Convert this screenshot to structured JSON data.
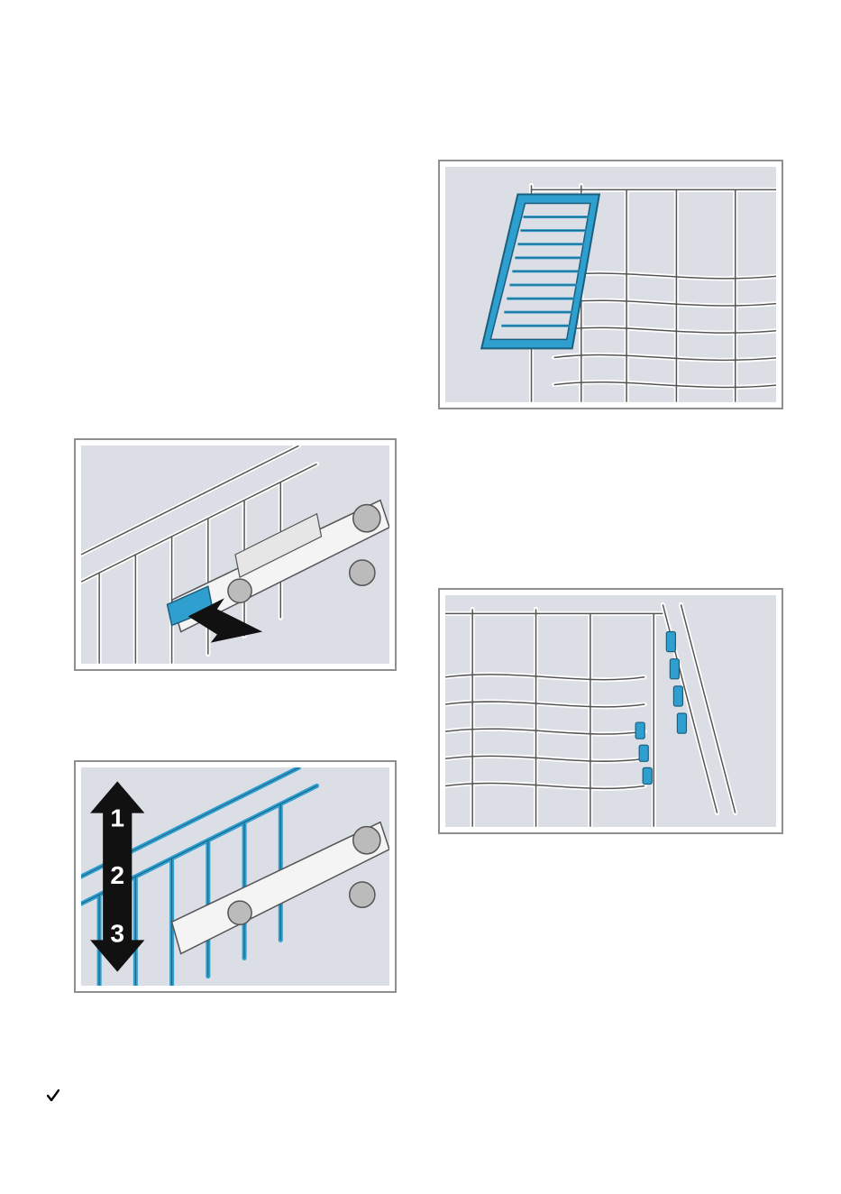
{
  "figures": [
    {
      "id": "cutlery-basket",
      "highlight": "#2f9fd0",
      "icon": "cutlery-basket-illustration"
    },
    {
      "id": "rack-lever",
      "highlight": "#2f9fd0",
      "icon": "rack-release-lever-illustration"
    },
    {
      "id": "rack-levels",
      "highlight": "#2f9fd0",
      "icon": "rack-height-levels-illustration",
      "levels": [
        "1",
        "2",
        "3"
      ]
    },
    {
      "id": "fold-down-tines",
      "highlight": "#2f9fd0",
      "icon": "fold-down-tines-illustration"
    }
  ],
  "footer": {
    "icon": "checkmark-icon"
  }
}
